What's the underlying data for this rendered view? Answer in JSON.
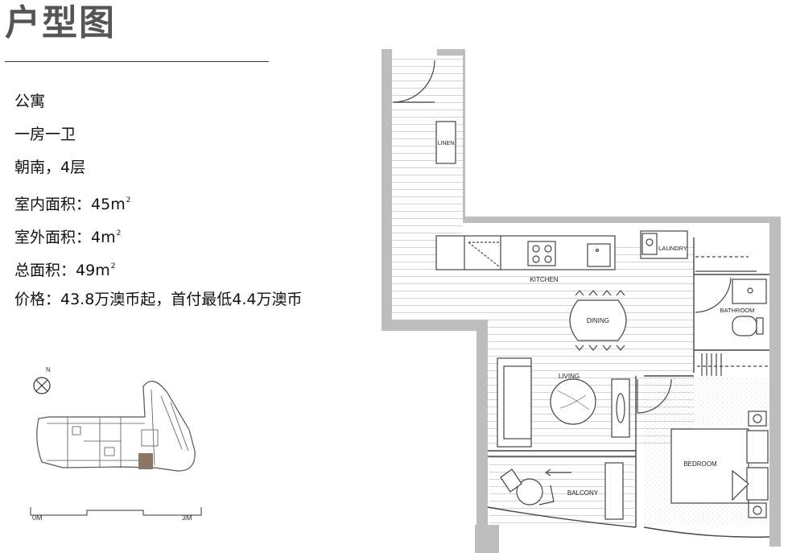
{
  "title": "户型图",
  "info": {
    "type": "公寓",
    "layout": "一房一卫",
    "orientation": "朝南，4层",
    "indoor_area": "室内面积：45",
    "outdoor_area": "室外面积：4",
    "total_area": "总面积：49",
    "area_unit": "m",
    "area_unit_sup": "2",
    "price": "价格：43.8万澳币起，首付最低4.4万澳币"
  },
  "keyplan": {
    "north_label": "N",
    "highlight_color": "#8c7565"
  },
  "scale": {
    "start_label": "0M",
    "end_label": "3M"
  },
  "rooms": {
    "linen": "LINEN",
    "laundry": "LAUNDRY",
    "kitchen": "KITCHEN",
    "bathroom": "BATHROOM",
    "dining": "DINING",
    "living": "LIVING",
    "bedroom": "BEDROOM",
    "balcony": "BALCONY"
  },
  "colors": {
    "wall": "#bdbdbd",
    "line": "#444444",
    "title": "#555555"
  }
}
